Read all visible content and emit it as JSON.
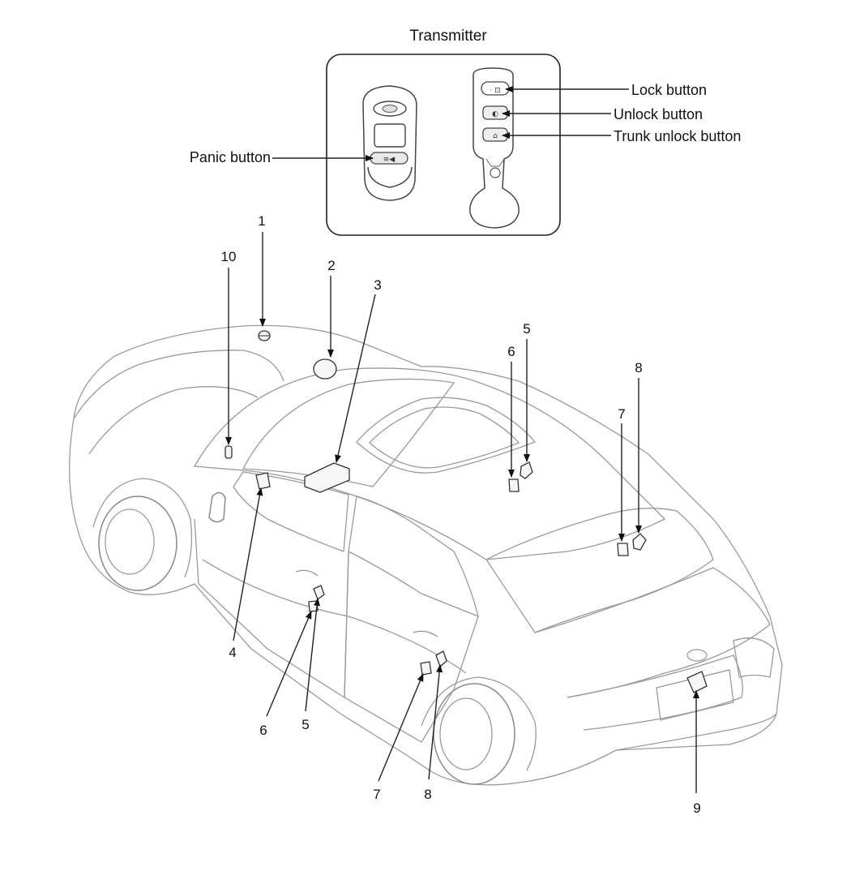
{
  "transmitter": {
    "title": "Transmitter",
    "callouts": {
      "panic": "Panic button",
      "lock": "Lock button",
      "unlock": "Unlock button",
      "trunk": "Trunk unlock button"
    }
  },
  "parts": {
    "n1": "1",
    "n2": "2",
    "n3": "3",
    "n4": "4",
    "n5a": "5",
    "n5b": "5",
    "n6a": "6",
    "n6b": "6",
    "n7a": "7",
    "n7b": "7",
    "n8a": "8",
    "n8b": "8",
    "n9": "9",
    "n10": "10"
  },
  "icons": {
    "remote_front": "key-fob-icon",
    "remote_back": "key-fob-back-icon",
    "car": "sedan-outline-icon"
  }
}
